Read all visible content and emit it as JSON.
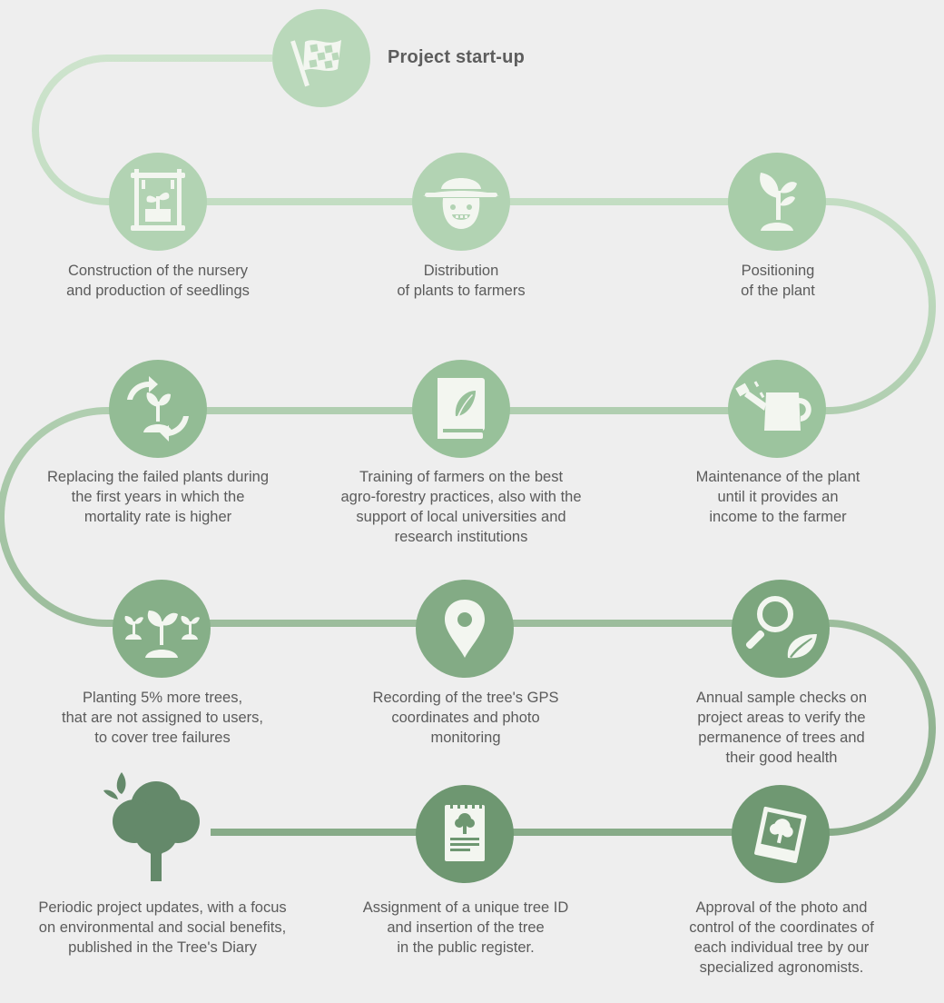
{
  "title": "Project start-up",
  "steps": [
    {
      "id": "nursery",
      "label": "Construction of the nursery\nand production of seedlings",
      "icon": "nursery-icon"
    },
    {
      "id": "distribution",
      "label": "Distribution\nof plants to farmers",
      "icon": "farmer-icon"
    },
    {
      "id": "positioning",
      "label": "Positioning\nof the plant",
      "icon": "sprout-icon"
    },
    {
      "id": "maintenance",
      "label": "Maintenance of the plant\nuntil it provides an\nincome to the farmer",
      "icon": "watering-can-icon"
    },
    {
      "id": "training",
      "label": "Training of farmers on the best\nagro-forestry practices, also with the\nsupport of local universities and\nresearch institutions",
      "icon": "book-icon"
    },
    {
      "id": "replacing",
      "label": "Replacing the failed plants during\nthe first years in which the\nmortality rate is higher",
      "icon": "replace-plant-icon"
    },
    {
      "id": "planting",
      "label": "Planting 5% more trees,\nthat are not assigned to users,\nto cover tree failures",
      "icon": "seedlings-icon"
    },
    {
      "id": "gps",
      "label": "Recording of the tree's GPS\ncoordinates and photo\nmonitoring",
      "icon": "location-pin-icon"
    },
    {
      "id": "checks",
      "label": "Annual sample checks on\nproject areas to verify the\npermanence of trees and\ntheir good health",
      "icon": "magnifier-leaf-icon"
    },
    {
      "id": "approval",
      "label": "Approval of the photo and\ncontrol of the coordinates of\neach individual tree by our\nspecialized agronomists.",
      "icon": "photo-icon"
    },
    {
      "id": "assignment",
      "label": "Assignment of a unique tree ID\nand insertion of the tree\nin the public register.",
      "icon": "register-icon"
    },
    {
      "id": "updates",
      "label": "Periodic project updates, with a focus\non environmental and social benefits,\npublished in the Tree's Diary",
      "icon": "tree-icon"
    }
  ],
  "colors": {
    "background": "#eeeeee",
    "row0": "#b4d4b6",
    "row1": "#a6cba7",
    "row2": "#90b892",
    "row3": "#7aa67c",
    "row4": "#64896a",
    "text": "#5b5b5b",
    "icon": "#f3f6f0"
  }
}
